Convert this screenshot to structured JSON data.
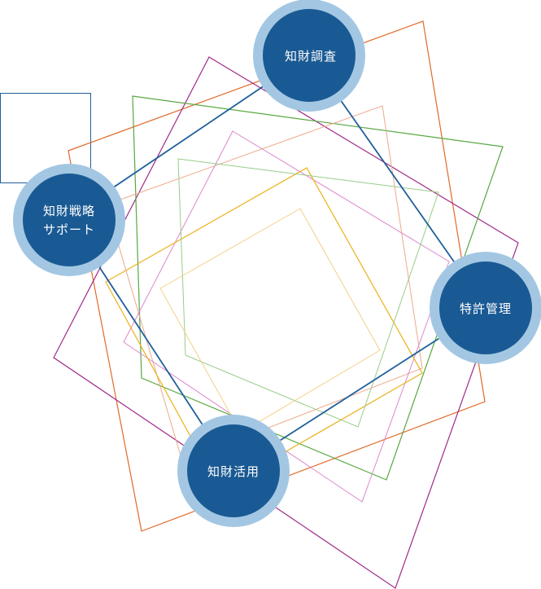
{
  "diagram": {
    "nodes": [
      {
        "id": "chosa",
        "lines": [
          "知財調査"
        ]
      },
      {
        "id": "senryaku",
        "lines": [
          "知財戦略",
          "サポート"
        ]
      },
      {
        "id": "kanri",
        "lines": [
          "特許管理"
        ]
      },
      {
        "id": "katsuyo",
        "lines": [
          "知財活用"
        ]
      }
    ],
    "colors": {
      "node_fill": "#1a5a94",
      "node_ring": "#a3c7e3",
      "connector": "#1f5f9b",
      "square_orange": "#e06a2a",
      "square_purple": "#a02a88",
      "square_green": "#58a840",
      "square_peach": "#eca98a",
      "square_pink": "#dc88cc",
      "square_yellow": "#ebb11a",
      "square_lightgreen": "#98cd88",
      "square_lightyellow": "#f3d088",
      "box_blue": "#1f5f9b"
    }
  }
}
